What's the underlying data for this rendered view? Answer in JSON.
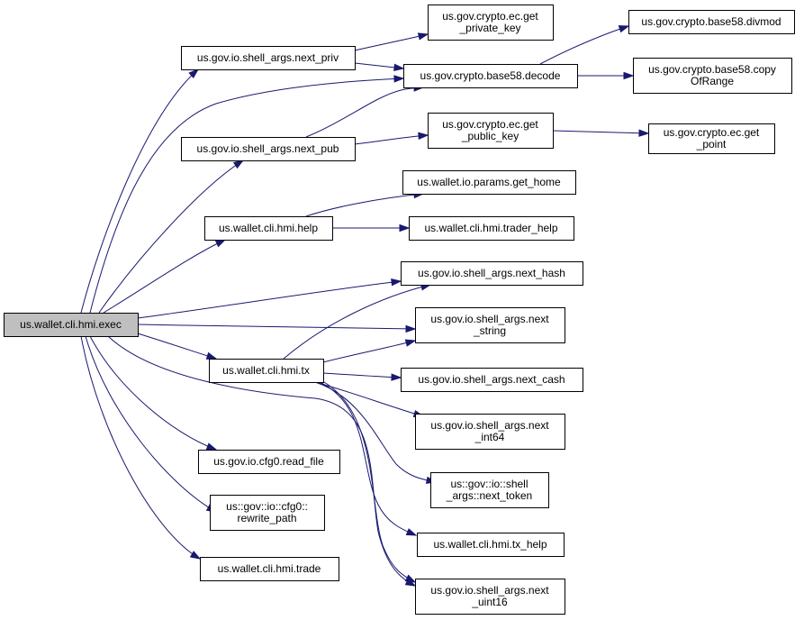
{
  "graph": {
    "edge_color": "#191970",
    "root_fill": "#bfbfbf",
    "node_fill": "#ffffff",
    "nodes": [
      {
        "id": "exec",
        "lines": [
          "us.wallet.cli.hmi.exec"
        ],
        "root": true
      },
      {
        "id": "next_priv",
        "lines": [
          "us.gov.io.shell_args.next_priv"
        ]
      },
      {
        "id": "ec_get_private_key",
        "lines": [
          "us.gov.crypto.ec.get",
          "_private_key"
        ]
      },
      {
        "id": "base58_decode",
        "lines": [
          "us.gov.crypto.base58.decode"
        ]
      },
      {
        "id": "base58_divmod",
        "lines": [
          "us.gov.crypto.base58.divmod"
        ]
      },
      {
        "id": "base58_copyofrange",
        "lines": [
          "us.gov.crypto.base58.copy",
          "OfRange"
        ]
      },
      {
        "id": "next_pub",
        "lines": [
          "us.gov.io.shell_args.next_pub"
        ]
      },
      {
        "id": "ec_get_public_key",
        "lines": [
          "us.gov.crypto.ec.get",
          "_public_key"
        ]
      },
      {
        "id": "ec_get_point",
        "lines": [
          "us.gov.crypto.ec.get",
          "_point"
        ]
      },
      {
        "id": "params_get_home",
        "lines": [
          "us.wallet.io.params.get_home"
        ]
      },
      {
        "id": "hmi_help",
        "lines": [
          "us.wallet.cli.hmi.help"
        ]
      },
      {
        "id": "trader_help",
        "lines": [
          "us.wallet.cli.hmi.trader_help"
        ]
      },
      {
        "id": "next_hash",
        "lines": [
          "us.gov.io.shell_args.next_hash"
        ]
      },
      {
        "id": "next_string",
        "lines": [
          "us.gov.io.shell_args.next",
          "_string"
        ]
      },
      {
        "id": "hmi_tx",
        "lines": [
          "us.wallet.cli.hmi.tx"
        ]
      },
      {
        "id": "next_cash",
        "lines": [
          "us.gov.io.shell_args.next_cash"
        ]
      },
      {
        "id": "next_int64",
        "lines": [
          "us.gov.io.shell_args.next",
          "_int64"
        ]
      },
      {
        "id": "next_token",
        "lines": [
          "us::gov::io::shell",
          "_args::next_token"
        ]
      },
      {
        "id": "cfg0_read_file",
        "lines": [
          "us.gov.io.cfg0.read_file"
        ]
      },
      {
        "id": "cfg0_rewrite_path",
        "lines": [
          "us::gov::io::cfg0::",
          "rewrite_path"
        ]
      },
      {
        "id": "tx_help",
        "lines": [
          "us.wallet.cli.hmi.tx_help"
        ]
      },
      {
        "id": "hmi_trade",
        "lines": [
          "us.wallet.cli.hmi.trade"
        ]
      },
      {
        "id": "next_uint16",
        "lines": [
          "us.gov.io.shell_args.next",
          "_uint16"
        ]
      }
    ],
    "edges": [
      {
        "from": "exec",
        "to": "next_priv"
      },
      {
        "from": "exec",
        "to": "base58_decode"
      },
      {
        "from": "exec",
        "to": "next_pub"
      },
      {
        "from": "exec",
        "to": "hmi_help"
      },
      {
        "from": "exec",
        "to": "next_hash"
      },
      {
        "from": "exec",
        "to": "next_string"
      },
      {
        "from": "exec",
        "to": "hmi_tx"
      },
      {
        "from": "exec",
        "to": "cfg0_read_file"
      },
      {
        "from": "exec",
        "to": "cfg0_rewrite_path"
      },
      {
        "from": "exec",
        "to": "hmi_trade"
      },
      {
        "from": "exec",
        "to": "next_uint16"
      },
      {
        "from": "next_priv",
        "to": "ec_get_private_key"
      },
      {
        "from": "next_priv",
        "to": "base58_decode"
      },
      {
        "from": "base58_decode",
        "to": "base58_divmod"
      },
      {
        "from": "base58_decode",
        "to": "base58_copyofrange"
      },
      {
        "from": "next_pub",
        "to": "base58_decode"
      },
      {
        "from": "next_pub",
        "to": "ec_get_public_key"
      },
      {
        "from": "ec_get_public_key",
        "to": "ec_get_point"
      },
      {
        "from": "hmi_help",
        "to": "params_get_home"
      },
      {
        "from": "hmi_help",
        "to": "trader_help"
      },
      {
        "from": "hmi_tx",
        "to": "next_hash"
      },
      {
        "from": "hmi_tx",
        "to": "next_string"
      },
      {
        "from": "hmi_tx",
        "to": "next_cash"
      },
      {
        "from": "hmi_tx",
        "to": "next_int64"
      },
      {
        "from": "hmi_tx",
        "to": "next_token"
      },
      {
        "from": "hmi_tx",
        "to": "tx_help"
      },
      {
        "from": "hmi_tx",
        "to": "next_uint16"
      }
    ]
  }
}
